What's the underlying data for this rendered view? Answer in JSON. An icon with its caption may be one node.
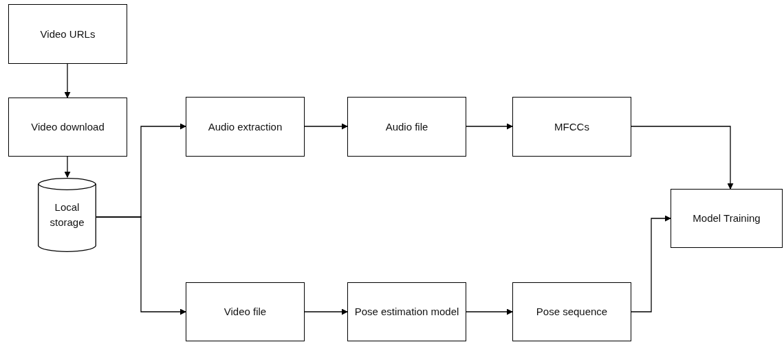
{
  "diagram": {
    "nodes": [
      {
        "text": [
          "Video URLs"
        ]
      },
      {
        "text": [
          "Video download"
        ]
      },
      {
        "text": [
          "Local storage"
        ]
      },
      {
        "text": [
          "Audio extraction"
        ]
      },
      {
        "text": [
          "Audio file"
        ]
      },
      {
        "text": [
          "MFCCs"
        ]
      },
      {
        "text": [
          "Model Training"
        ]
      },
      {
        "text": [
          "Video file"
        ]
      },
      {
        "text": [
          "Pose estimation model"
        ]
      },
      {
        "text": [
          "Pose sequence"
        ]
      }
    ],
    "edges": [
      {
        "from": 0,
        "to": 1,
        "arrow": "to"
      },
      {
        "from": 1,
        "to": 2,
        "arrow": "to"
      },
      {
        "from": 2,
        "to": 3,
        "arrow": "to"
      },
      {
        "from": 2,
        "to": 7,
        "arrow": "to"
      },
      {
        "from": 3,
        "to": 4,
        "arrow": "to"
      },
      {
        "from": 4,
        "to": 5,
        "arrow": "to"
      },
      {
        "from": 5,
        "to": 6,
        "arrow": "to"
      },
      {
        "from": 7,
        "to": 8,
        "arrow": "to"
      },
      {
        "from": 8,
        "to": 9,
        "arrow": "to"
      },
      {
        "from": 9,
        "to": 6,
        "arrow": "to"
      }
    ]
  }
}
